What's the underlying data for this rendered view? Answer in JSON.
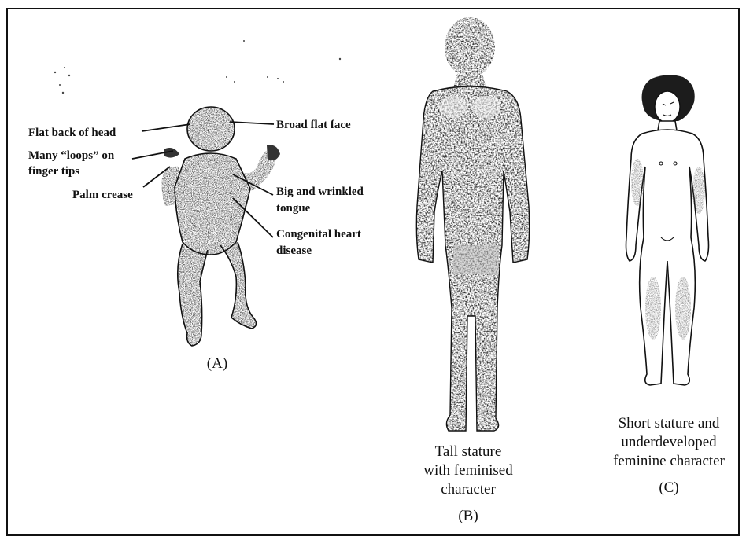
{
  "panel_a": {
    "labels": {
      "flat_back_of_head": "Flat back of head",
      "broad_flat_face": "Broad flat face",
      "many_loops_line1": "Many “loops” on",
      "many_loops_line2": "finger tips",
      "palm_crease": "Palm crease",
      "tongue_line1": "Big and wrinkled",
      "tongue_line2": "tongue",
      "heart_line1": "Congenital heart",
      "heart_line2": "disease"
    },
    "caption": "(A)"
  },
  "panel_b": {
    "caption_line1": "Tall stature",
    "caption_line2": "with feminised",
    "caption_line3": "character",
    "caption": "(B)"
  },
  "panel_c": {
    "caption_line1": "Short stature and",
    "caption_line2": "underdeveloped",
    "caption_line3": "feminine character",
    "caption": "(C)"
  },
  "colors": {
    "ink": "#111111",
    "paper": "#ffffff",
    "shade": "#6b6b6b"
  }
}
